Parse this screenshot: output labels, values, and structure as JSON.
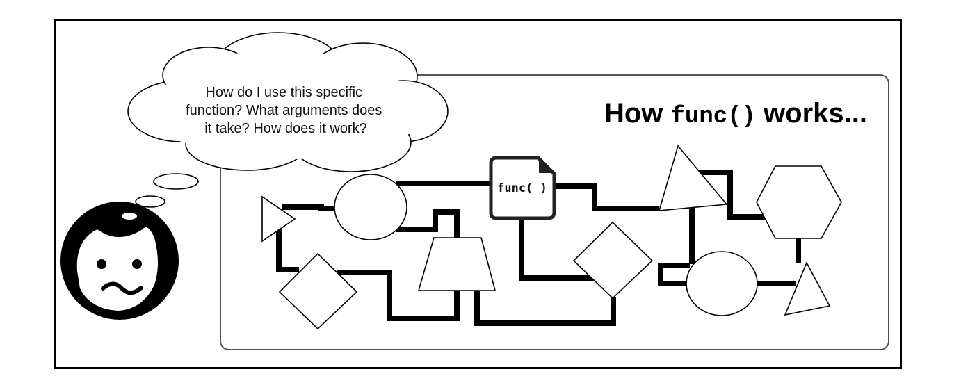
{
  "thought": {
    "lines": [
      "How do I use this specific",
      "function? What arguments does",
      "it take? How does it work?"
    ]
  },
  "title": {
    "prefix": "How ",
    "code": "func()",
    "suffix": " works..."
  },
  "func_box": {
    "label": "func( )"
  },
  "colors": {
    "stroke": "#000000",
    "background": "#ffffff",
    "panel_border": "#555555"
  },
  "icons": [
    "thinking-face-icon",
    "document-icon"
  ]
}
